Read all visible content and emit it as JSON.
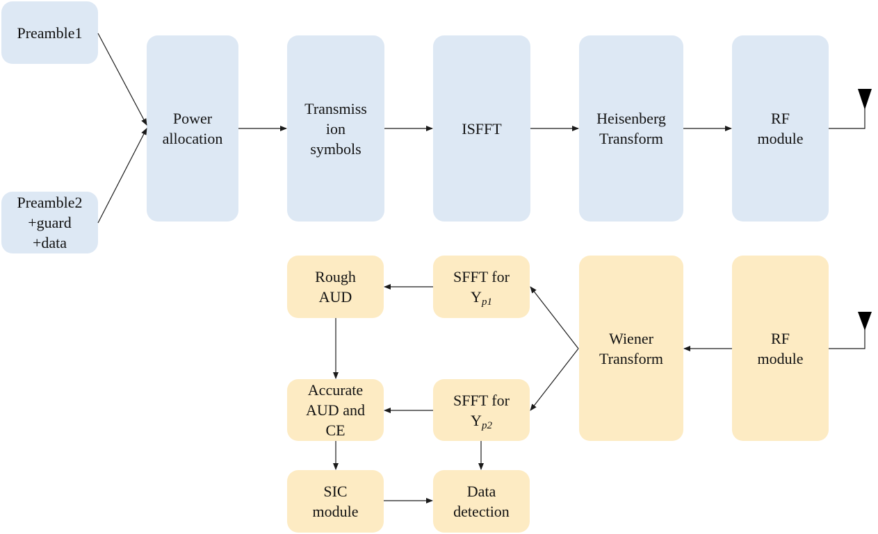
{
  "colors": {
    "transmitter_fill": "#dde8f4",
    "receiver_fill": "#fdebc3",
    "wire": "#1a1a1a"
  },
  "transmitter": {
    "preamble1": "Preamble1",
    "preamble2": "Preamble2\n+guard\n+data",
    "power_allocation": "Power\nallocation",
    "transmission_symbols": "Transmiss\nion\nsymbols",
    "isfft": "ISFFT",
    "heisenberg": "Heisenberg\nTransform",
    "rf_module": "RF\nmodule"
  },
  "receiver": {
    "rf_module": "RF\nmodule",
    "wiener": "Wiener\nTransform",
    "sfft_p1": {
      "line1": "SFFT for",
      "base": "Y",
      "sub": "p1"
    },
    "sfft_p2": {
      "line1": "SFFT for",
      "base": "Y",
      "sub": "p2"
    },
    "rough_aud": "Rough\nAUD",
    "accurate_aud": "Accurate\nAUD and\nCE",
    "sic_module": "SIC\nmodule",
    "data_detection": "Data\ndetection"
  }
}
